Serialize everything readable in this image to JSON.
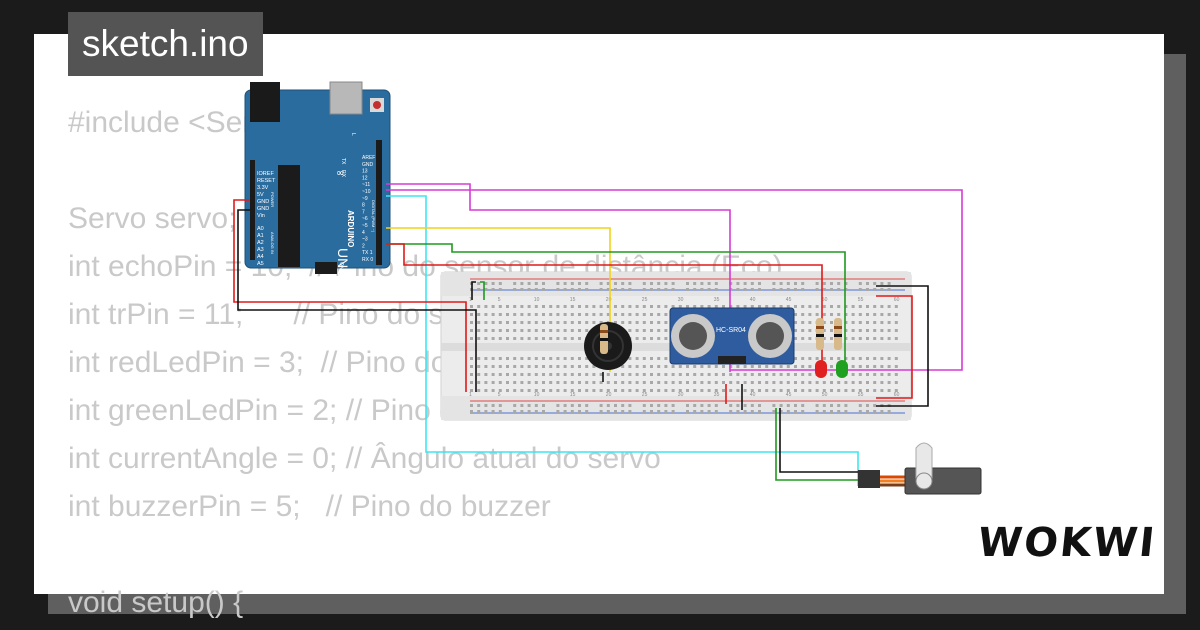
{
  "tab": {
    "filename": "sketch.ino"
  },
  "brand": {
    "logo_text": "WOKWI"
  },
  "code": {
    "lines": [
      "#include <Servo.h>",
      "",
      "Servo servo;",
      "int echoPin = 10;  // Pino do sensor de distância (Eco)",
      "int trPin = 11;      // Pino do sensor de distância (Trigger)",
      "int redLedPin = 3;  // Pino do LED vermelho",
      "int greenLedPin = 2; // Pino do LED verde",
      "int currentAngle = 0; // Ângulo atual do servo",
      "int buzzerPin = 5;   // Pino do buzzer",
      "",
      "void setup() {"
    ]
  },
  "arduino": {
    "model": "UNO",
    "brand": "ARDUINO",
    "power_pins": [
      "IOREF",
      "RESET",
      "3.3V",
      "5V",
      "GND",
      "GND",
      "Vin"
    ],
    "analog_pins": [
      "A0",
      "A1",
      "A2",
      "A3",
      "A4",
      "A5"
    ],
    "power_header_label": "POWER",
    "analog_header_label": "ANALOG IN",
    "digital_header_label": "DIGITAL (PWM ~)",
    "digital_pins": [
      "AREF",
      "GND",
      "13",
      "12",
      "~11",
      "~10",
      "~9",
      "8",
      "7",
      "~6",
      "~5",
      "4",
      "~3",
      "2",
      "TX 1",
      "RX 0"
    ],
    "led_labels": [
      "L",
      "TX",
      "RX",
      "ON"
    ]
  },
  "breadboard": {
    "column_numbers": [
      "1",
      "5",
      "10",
      "15",
      "20",
      "25",
      "30",
      "35",
      "40",
      "45",
      "50",
      "55",
      "60"
    ]
  },
  "sensor": {
    "label": "HC-SR04"
  },
  "colors": {
    "card_bg": "#ffffff",
    "page_bg": "#1b1b1b",
    "code_text": "#c9c9c9",
    "tab_bg": "#545454",
    "arduino_board": "#2b6c9f",
    "wire_magenta": "#d63bd6",
    "wire_cyan": "#3ee6f0",
    "wire_yellow": "#f2d21a",
    "wire_green": "#1e9a1e",
    "wire_red": "#e01a1a",
    "wire_black": "#111111"
  }
}
